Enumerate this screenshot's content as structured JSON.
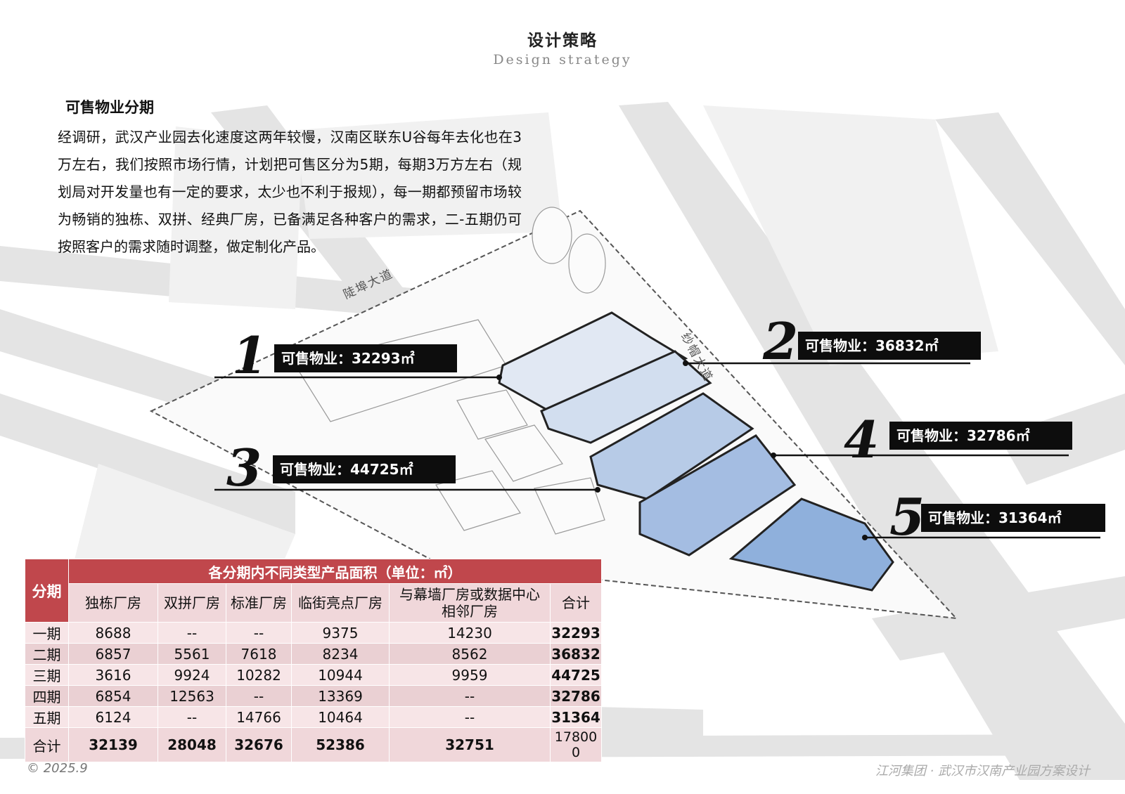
{
  "header": {
    "title_cn": "设计策略",
    "title_en": "Design  strategy"
  },
  "section": {
    "title": "可售物业分期",
    "paragraph": "经调研，武汉产业园去化速度这两年较慢，汉南区联东U谷每年去化也在3万左右，我们按照市场行情，计划把可售区分为5期，每期3万方左右（规划局对开发量也有一定的要求，太少也不利于报规），每一期都预留市场较为畅销的独栋、双拼、经典厂房，已备满足各种客户的需求，二-五期仍可按照客户的需求随时调整，做定制化产品。"
  },
  "roads": [
    "陡埠大道",
    "纱帽大道"
  ],
  "phases": [
    {
      "num": "1",
      "label": "可售物业：32293㎡"
    },
    {
      "num": "2",
      "label": "可售物业：36832㎡"
    },
    {
      "num": "3",
      "label": "可售物业：44725㎡"
    },
    {
      "num": "4",
      "label": "可售物业：32786㎡"
    },
    {
      "num": "5",
      "label": "可售物业：31364㎡"
    }
  ],
  "table": {
    "title": "各分期内不同类型产品面积（单位：㎡）",
    "phase_header": "分期",
    "columns": [
      "独栋厂房",
      "双拼厂房",
      "标准厂房",
      "临街亮点厂房",
      "与幕墙厂房或数据中心相邻厂房",
      "合计"
    ],
    "rows": [
      {
        "label": "一期",
        "cells": [
          "8688",
          "--",
          "--",
          "9375",
          "14230",
          "32293"
        ]
      },
      {
        "label": "二期",
        "cells": [
          "6857",
          "5561",
          "7618",
          "8234",
          "8562",
          "36832"
        ]
      },
      {
        "label": "三期",
        "cells": [
          "3616",
          "9924",
          "10282",
          "10944",
          "9959",
          "44725"
        ]
      },
      {
        "label": "四期",
        "cells": [
          "6854",
          "12563",
          "--",
          "13369",
          "--",
          "32786"
        ]
      },
      {
        "label": "五期",
        "cells": [
          "6124",
          "--",
          "14766",
          "10464",
          "--",
          "31364"
        ]
      }
    ],
    "total": {
      "label": "合计",
      "cells": [
        "32139",
        "28048",
        "32676",
        "52386",
        "32751",
        "178000"
      ]
    }
  },
  "footer": {
    "left": "© 2025.9",
    "right": "江河集团 · 武汉市汉南产业园方案设计"
  },
  "colors": {
    "table_header": "#c0474c",
    "phase_fill": "#8fb0dc",
    "label_bg": "#0d0d0d"
  }
}
